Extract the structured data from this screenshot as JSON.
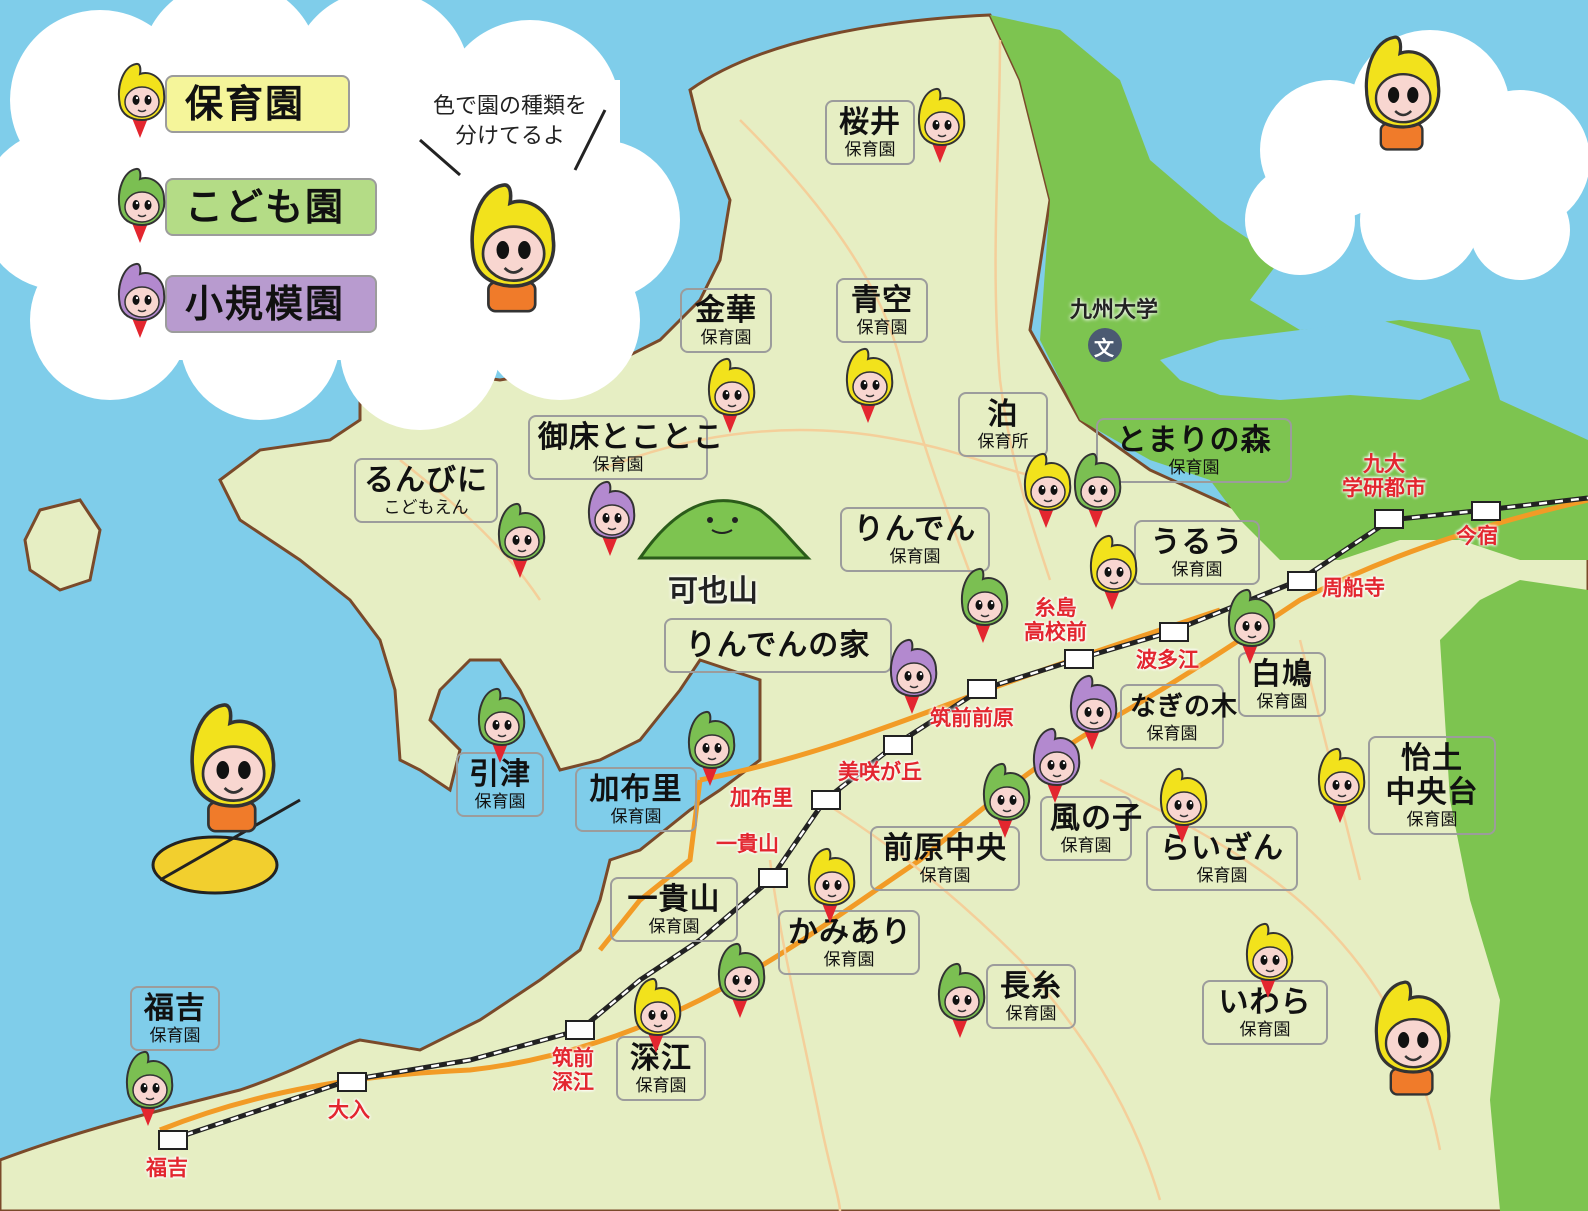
{
  "colors": {
    "sea": "#7fcdea",
    "land": "#e6eec3",
    "forest": "#7dc450",
    "hoikuen": "#f5f59a",
    "kodomoen": "#b4dc86",
    "shokibo": "#b89bcf",
    "station_text": "#e3262f",
    "rail": "#222222",
    "road": "#f29b26"
  },
  "legend": {
    "hoikuen": "保育園",
    "kodomoen": "こども園",
    "shokibo": "小規模園"
  },
  "speech": "色で園の種類を\n分けてるよ",
  "landmarks": {
    "mountain": "可也山",
    "university": "九州大学",
    "university_icon": "文"
  },
  "facilities": [
    {
      "id": "sakurai",
      "name": "桜井",
      "type": "保育園",
      "kind": "hoiku"
    },
    {
      "id": "kinka",
      "name": "金華",
      "type": "保育園",
      "kind": "hoiku"
    },
    {
      "id": "aozora",
      "name": "青空",
      "type": "保育園",
      "kind": "hoiku"
    },
    {
      "id": "tomari",
      "name": "泊",
      "type": "保育所",
      "kind": "hoiku"
    },
    {
      "id": "tomarinomori",
      "name": "とまりの森",
      "type": "保育園",
      "kind": "kodomo"
    },
    {
      "id": "mitoko",
      "name": "御床とことこ",
      "type": "保育園",
      "kind": "shokibo"
    },
    {
      "id": "runbini",
      "name": "るんびに",
      "type": "こどもえん",
      "kind": "kodomo"
    },
    {
      "id": "rinden",
      "name": "りんでん",
      "type": "保育園",
      "kind": "kodomo"
    },
    {
      "id": "rindennoie",
      "name": "りんでんの家",
      "type": "",
      "kind": "shokibo"
    },
    {
      "id": "uruu",
      "name": "うるう",
      "type": "保育園",
      "kind": "hoiku"
    },
    {
      "id": "shirahato",
      "name": "白鳩",
      "type": "保育園",
      "kind": "kodomo"
    },
    {
      "id": "nagi",
      "name": "なぎの木",
      "type": "保育園",
      "kind": "shokibo"
    },
    {
      "id": "hikitsu",
      "name": "引津",
      "type": "保育園",
      "kind": "kodomo"
    },
    {
      "id": "kafuri",
      "name": "加布里",
      "type": "保育園",
      "kind": "kodomo"
    },
    {
      "id": "kazenoko",
      "name": "風の子",
      "type": "保育園",
      "kind": "shokibo"
    },
    {
      "id": "maebaru",
      "name": "前原中央",
      "type": "保育園",
      "kind": "kodomo"
    },
    {
      "id": "raizan",
      "name": "らいざん",
      "type": "保育園",
      "kind": "hoiku"
    },
    {
      "id": "itochuo",
      "name": "怡土\n中央台",
      "type": "保育園",
      "kind": "hoiku"
    },
    {
      "id": "ikisan",
      "name": "一貴山",
      "type": "保育園",
      "kind": "kodomo"
    },
    {
      "id": "kamiari",
      "name": "かみあり",
      "type": "保育園",
      "kind": "hoiku"
    },
    {
      "id": "nagaito",
      "name": "長糸",
      "type": "保育園",
      "kind": "kodomo"
    },
    {
      "id": "iwara",
      "name": "いわら",
      "type": "保育園",
      "kind": "hoiku"
    },
    {
      "id": "fukuyoshi",
      "name": "福吉",
      "type": "保育園",
      "kind": "kodomo"
    },
    {
      "id": "fukae",
      "name": "深江",
      "type": "保育園",
      "kind": "hoiku"
    }
  ],
  "stations": [
    {
      "id": "kyudai",
      "name": "九大\n学研都市"
    },
    {
      "id": "imajuku",
      "name": "今宿"
    },
    {
      "id": "shusenji",
      "name": "周船寺"
    },
    {
      "id": "hatae",
      "name": "波多江"
    },
    {
      "id": "itoshima",
      "name": "糸島\n高校前"
    },
    {
      "id": "chikuzenmaebaru",
      "name": "筑前前原"
    },
    {
      "id": "misakigaoka",
      "name": "美咲が丘"
    },
    {
      "id": "kafuri_st",
      "name": "加布里"
    },
    {
      "id": "ikisan_st",
      "name": "一貴山"
    },
    {
      "id": "chikuzenfukae",
      "name": "筑前\n深江"
    },
    {
      "id": "oniu",
      "name": "大入"
    },
    {
      "id": "fukuyoshi_st",
      "name": "福吉"
    }
  ]
}
